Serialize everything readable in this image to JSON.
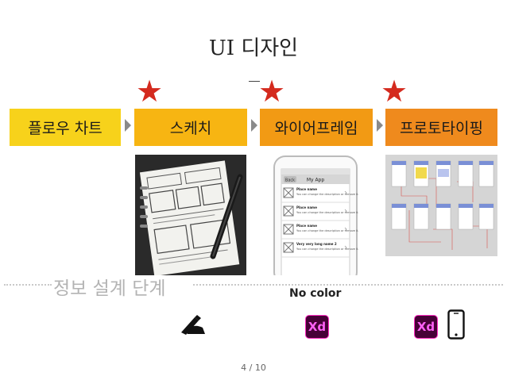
{
  "slide": {
    "title": "UI 디자인",
    "steps": [
      {
        "label": "플로우 차트",
        "color": "#f7d21b"
      },
      {
        "label": "스케치",
        "color": "#f7b512"
      },
      {
        "label": "와이어프레임",
        "color": "#f29a14"
      },
      {
        "label": "프로토타이핑",
        "color": "#ef8a1d"
      }
    ],
    "phase_label": "정보 설계 단계",
    "no_color_label": "No color",
    "wireframe": {
      "app_title": "My App",
      "back_label": "Back",
      "items": [
        {
          "title": "Place name",
          "desc": "You can change the description or remove it."
        },
        {
          "title": "Place name",
          "desc": "You can change the description or remove it."
        },
        {
          "title": "Place name",
          "desc": "You can change the description or remove it."
        },
        {
          "title": "Very very long name 2",
          "desc": "You can change the description or remove it."
        }
      ]
    },
    "xd_label": "Xd",
    "page_number": "4 / 10",
    "icons": [
      "star-icon",
      "pen-hand-icon",
      "adobe-xd-icon",
      "smartphone-icon"
    ]
  }
}
